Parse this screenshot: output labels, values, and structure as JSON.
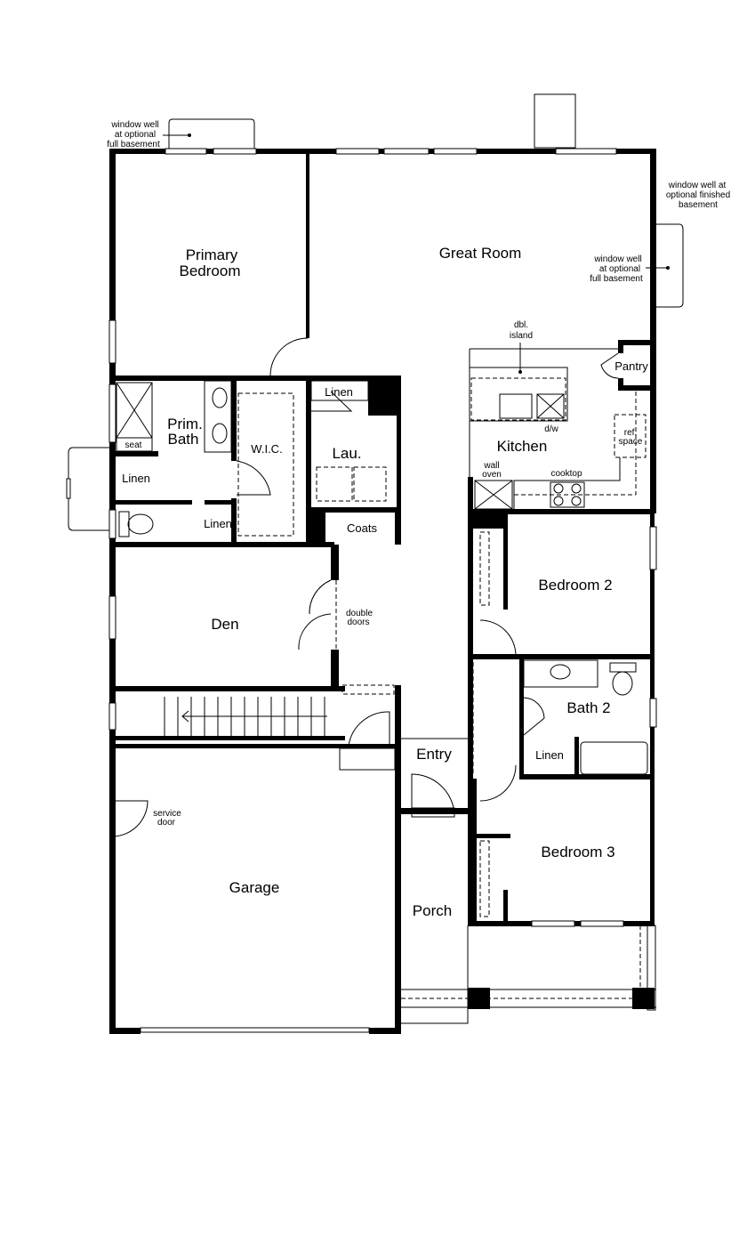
{
  "rooms": {
    "primary_bedroom": [
      "Primary",
      "Bedroom"
    ],
    "great_room": "Great Room",
    "prim_bath": [
      "Prim.",
      "Bath"
    ],
    "wic": "W.I.C.",
    "linen_laundry": "Linen",
    "laundry": "Lau.",
    "linen_bath1": "Linen",
    "linen_bath2": "Linen",
    "coats": "Coats",
    "seat": "seat",
    "den": "Den",
    "kitchen": "Kitchen",
    "pantry": "Pantry",
    "bedroom2": "Bedroom 2",
    "bath2": "Bath 2",
    "linen_bath2_closet": "Linen",
    "entry": "Entry",
    "bedroom3": "Bedroom 3",
    "porch": "Porch",
    "garage": "Garage"
  },
  "notes": {
    "window_well_top": [
      "window well",
      "at optional",
      "full basement"
    ],
    "window_well_right_finished": [
      "window well at",
      "optional finished",
      "basement"
    ],
    "window_well_right": [
      "window well",
      "at optional",
      "full basement"
    ],
    "dbl_island": [
      "dbl.",
      "island"
    ],
    "dw": "d/w",
    "ref_space": [
      "ref.",
      "space"
    ],
    "wall_oven": [
      "wall",
      "oven"
    ],
    "cooktop": "cooktop",
    "double_doors": [
      "double",
      "doors"
    ],
    "service_door": [
      "service",
      "door"
    ]
  }
}
